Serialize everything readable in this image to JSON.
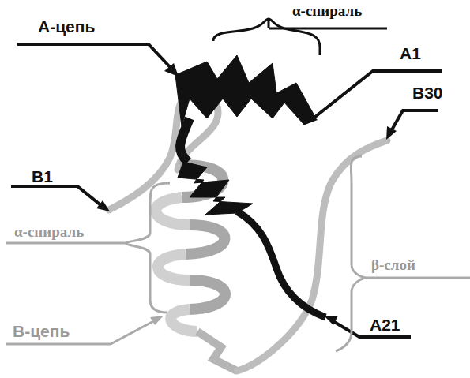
{
  "diagram": {
    "labels": [
      "А-цепь",
      "α-спираль",
      "А1",
      "В30",
      "В1",
      "α-спираль",
      "β-слой",
      "В-цепь",
      "А21"
    ]
  }
}
